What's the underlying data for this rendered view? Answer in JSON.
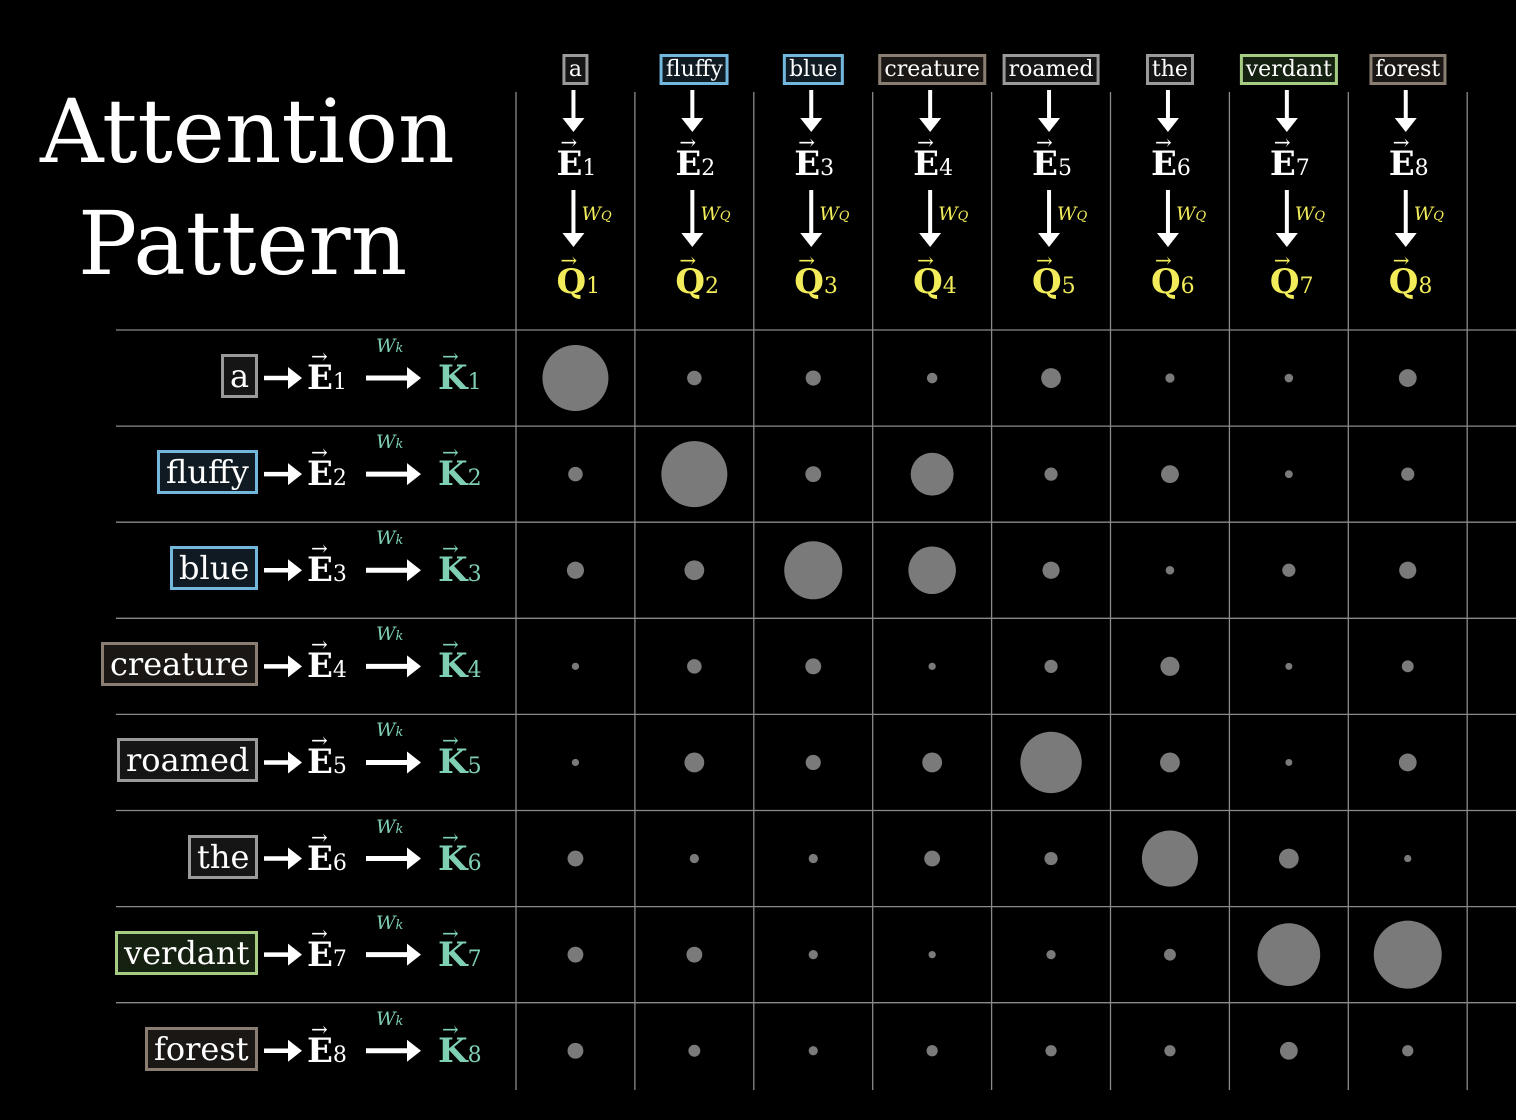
{
  "title": {
    "line1": "Attention",
    "line2": "Pattern"
  },
  "colors": {
    "background": "#000000",
    "grid": "#8a8a8a",
    "dot": "#7a7a7a",
    "query": "#f2ec5a",
    "key": "#7fcfb3",
    "embedding": "#ffffff",
    "arrow": "#ffffff"
  },
  "tokens": [
    {
      "text": "a",
      "border": "#9a9a9a",
      "fill": "#151515"
    },
    {
      "text": "fluffy",
      "border": "#73b8dc",
      "fill": "#0f1a22"
    },
    {
      "text": "blue",
      "border": "#73b8dc",
      "fill": "#0f1a22"
    },
    {
      "text": "creature",
      "border": "#8a7d72",
      "fill": "#1b1714"
    },
    {
      "text": "roamed",
      "border": "#9a9a9a",
      "fill": "#151515"
    },
    {
      "text": "the",
      "border": "#9a9a9a",
      "fill": "#151515"
    },
    {
      "text": "verdant",
      "border": "#a6cc84",
      "fill": "#162211"
    },
    {
      "text": "forest",
      "border": "#8a7d72",
      "fill": "#1b1714"
    }
  ],
  "symbols": {
    "embedding": "E",
    "query": "Q",
    "key": "K",
    "wq_main": "W",
    "wq_sub": "Q",
    "wk_main": "W",
    "wk_sub": "k",
    "vector_arrow": "→"
  },
  "chart_data": {
    "type": "heatmap",
    "title": "Attention Pattern",
    "rows": [
      "a",
      "fluffy",
      "blue",
      "creature",
      "roamed",
      "the",
      "verdant",
      "forest"
    ],
    "columns": [
      "a",
      "fluffy",
      "blue",
      "creature",
      "roamed",
      "the",
      "verdant",
      "forest"
    ],
    "row_labels": [
      "K1",
      "K2",
      "K3",
      "K4",
      "K5",
      "K6",
      "K7",
      "K8"
    ],
    "column_labels": [
      "Q1",
      "Q2",
      "Q3",
      "Q4",
      "Q5",
      "Q6",
      "Q7",
      "Q8"
    ],
    "encoding": "relative dot size",
    "values": [
      [
        1.0,
        0.22,
        0.23,
        0.16,
        0.3,
        0.14,
        0.13,
        0.27
      ],
      [
        0.22,
        1.0,
        0.24,
        0.65,
        0.2,
        0.27,
        0.12,
        0.2
      ],
      [
        0.26,
        0.3,
        0.88,
        0.72,
        0.26,
        0.13,
        0.2,
        0.26
      ],
      [
        0.11,
        0.22,
        0.24,
        0.11,
        0.2,
        0.29,
        0.1,
        0.18
      ],
      [
        0.11,
        0.3,
        0.23,
        0.3,
        0.93,
        0.3,
        0.1,
        0.27
      ],
      [
        0.24,
        0.14,
        0.14,
        0.24,
        0.2,
        0.85,
        0.3,
        0.11
      ],
      [
        0.24,
        0.24,
        0.14,
        0.11,
        0.14,
        0.18,
        0.95,
        1.03
      ],
      [
        0.24,
        0.18,
        0.14,
        0.17,
        0.17,
        0.17,
        0.27,
        0.17
      ]
    ]
  }
}
